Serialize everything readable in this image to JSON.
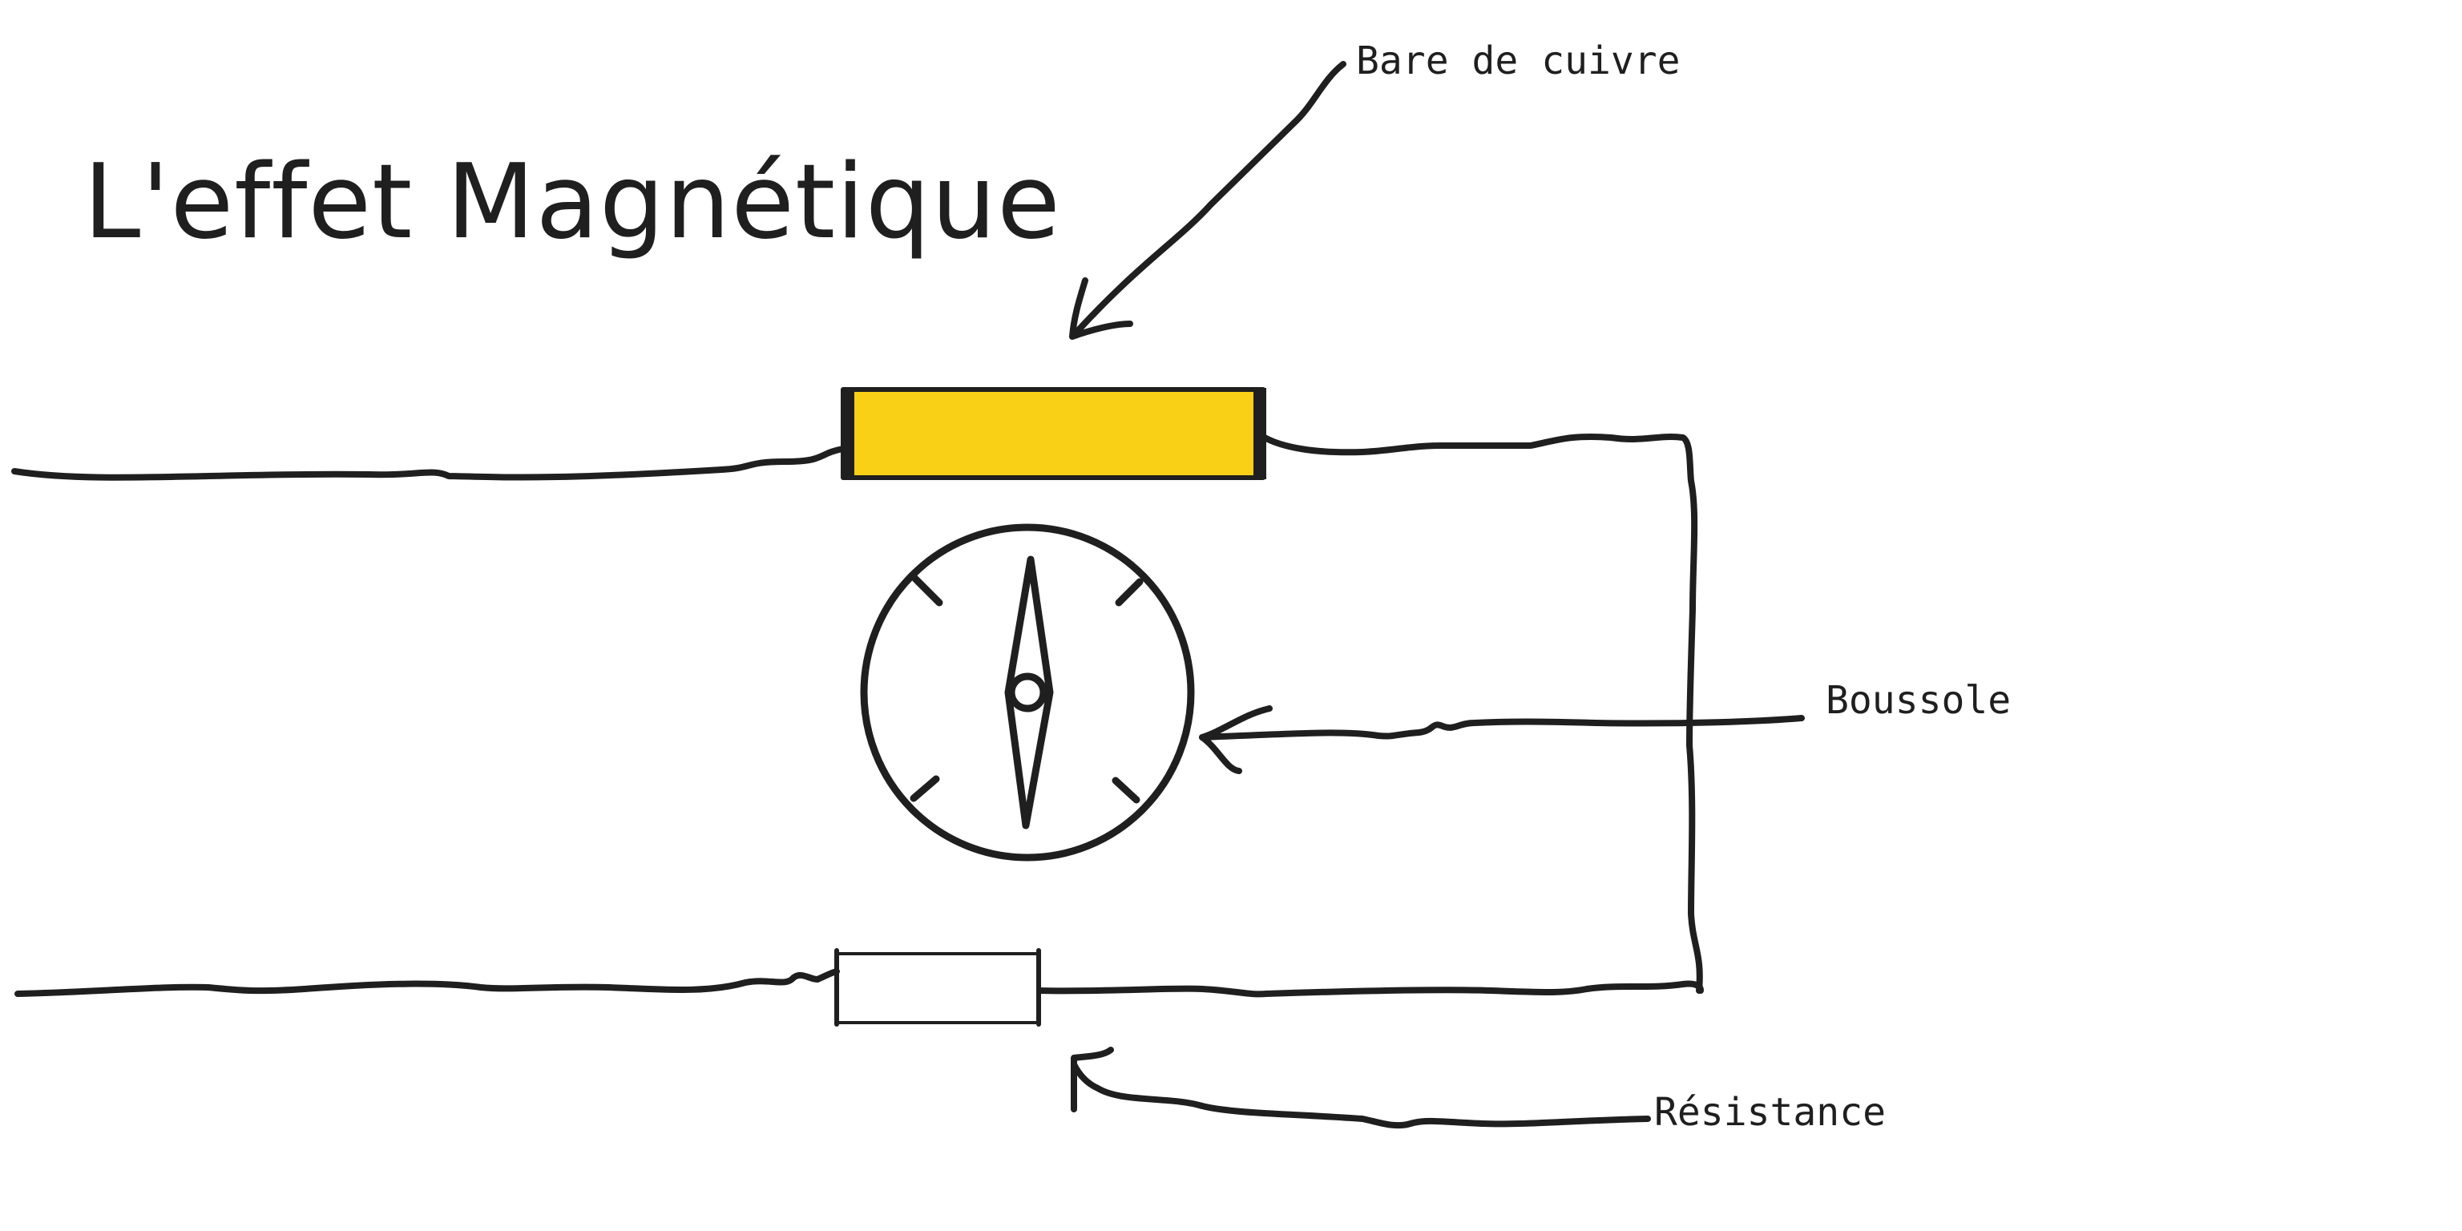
{
  "title": "L'effet Magnétique",
  "labels": {
    "copper_bar": "Bare de cuivre",
    "compass": "Boussole",
    "resistor": "Résistance"
  },
  "colors": {
    "ink": "#1f1f1f",
    "copper_bar_fill": "#f9d016",
    "resistor_fill": "#ffffff",
    "background": "#ffffff"
  }
}
